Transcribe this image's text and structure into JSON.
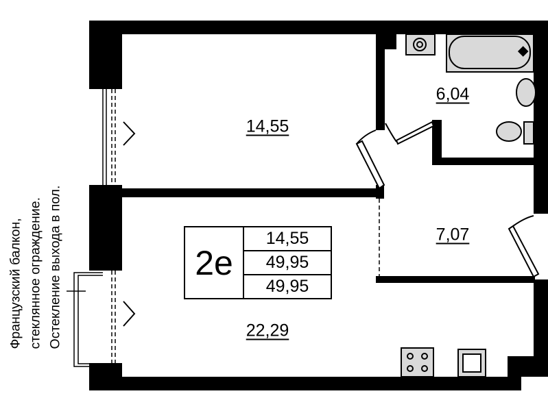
{
  "plan": {
    "type_code": "2е",
    "summary": [
      "14,55",
      "49,95",
      "49,95"
    ],
    "rooms": {
      "room_top": "14,55",
      "bathroom": "6,04",
      "hall": "7,07",
      "room_bottom": "22,29"
    },
    "note_lines": [
      "Французский балкон,",
      "стеклянное ограждение.",
      "Остекление выхода в пол."
    ]
  }
}
